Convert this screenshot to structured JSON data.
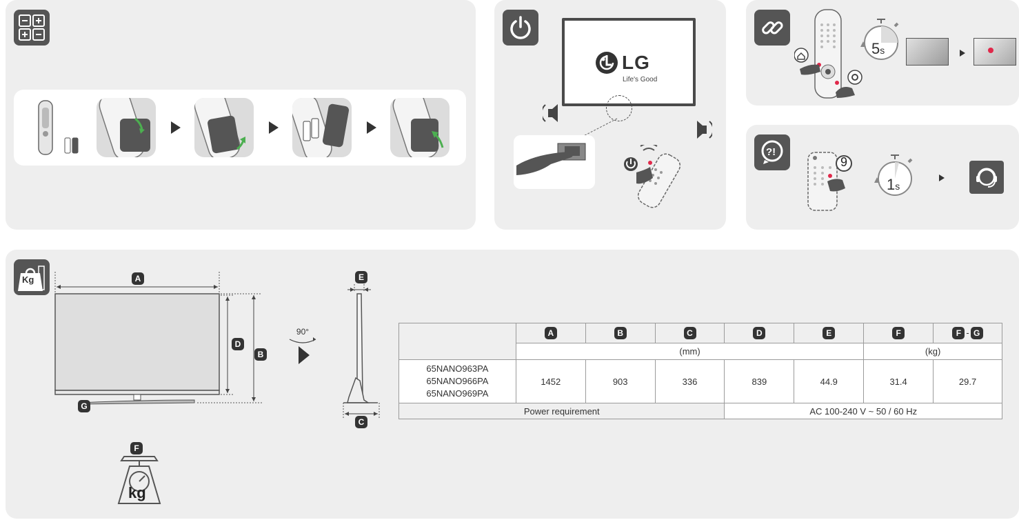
{
  "power_section": {
    "brand": "LG",
    "tagline": "Life's Good"
  },
  "magic_link": {
    "seconds": "5",
    "seconds_unit": "s"
  },
  "help": {
    "button_number": "9",
    "seconds": "1",
    "seconds_unit": "s"
  },
  "dimensions": {
    "weight_badge": "Kg",
    "scale_label": "kg",
    "rotate_label": "90°",
    "markers": {
      "a": "A",
      "b": "B",
      "c": "C",
      "d": "D",
      "e": "E",
      "f": "F",
      "g": "G"
    }
  },
  "spec_table": {
    "headers": [
      "A",
      "B",
      "C",
      "D",
      "E",
      "F"
    ],
    "header_combo": {
      "left": "F",
      "sep": "-",
      "right": "G"
    },
    "unit_mm": "(mm)",
    "unit_kg": "(kg)",
    "models": [
      "65NANO963PA",
      "65NANO966PA",
      "65NANO969PA"
    ],
    "values": [
      "1452",
      "903",
      "336",
      "839",
      "44.9",
      "31.4",
      "29.7"
    ],
    "power_label": "Power requirement",
    "power_value": "AC 100-240 V ~ 50 / 60 Hz"
  },
  "colors": {
    "panel": "#eeeeee",
    "badge": "#555555",
    "accent_red": "#e0284a",
    "accent_green": "#4caf50"
  }
}
